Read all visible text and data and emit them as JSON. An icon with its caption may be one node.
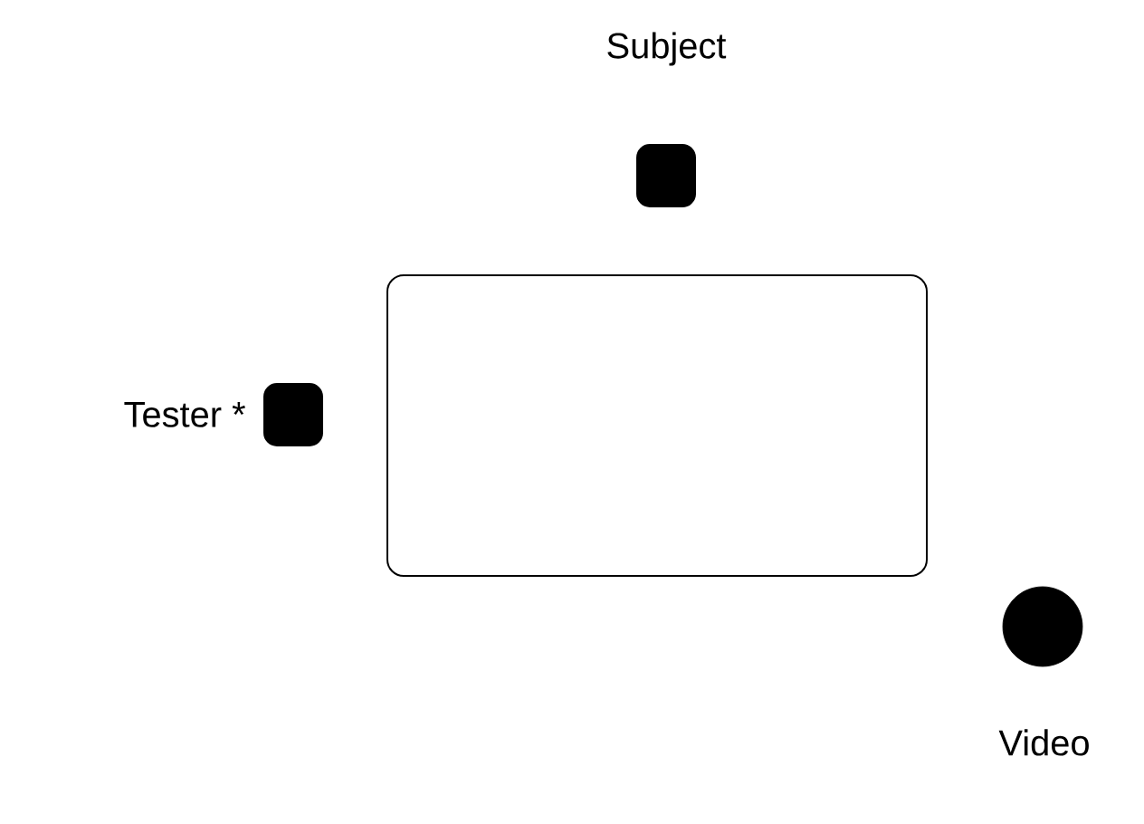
{
  "diagram": {
    "nodes": [
      {
        "text": [],
        "shape": "box"
      },
      {
        "text": [],
        "shape": "box",
        "beside": [
          "Subject"
        ]
      },
      {
        "text": [],
        "shape": "box",
        "beside": [
          "Tester *"
        ]
      },
      {
        "text": [],
        "shape": "circle",
        "beside": [
          "Video"
        ]
      }
    ]
  }
}
